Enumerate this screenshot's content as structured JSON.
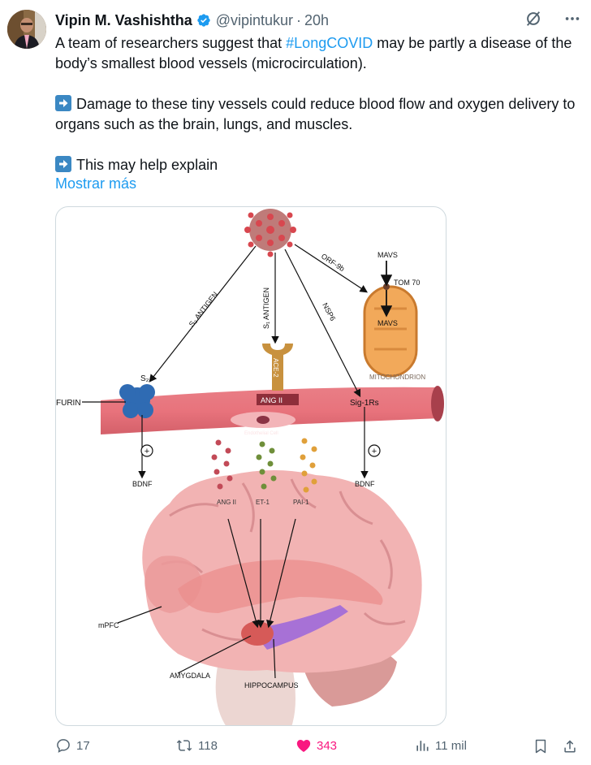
{
  "tweet": {
    "author_name": "Vipin M. Vashishtha",
    "handle": "@vipintukur",
    "separator": "·",
    "time": "20h",
    "text": {
      "p1_before": "A team of researchers suggest that ",
      "p1_hashtag": "#LongCOVID",
      "p1_after": " may be partly a disease of the body’s smallest blood vessels (microcirculation).",
      "p2": "Damage to these tiny vessels could reduce blood flow and oxygen delivery to organs such as the brain, lungs, and muscles.",
      "p3": "This may help explain"
    },
    "show_more": "Mostrar más"
  },
  "icons": {
    "verified": "verified-badge-icon",
    "grok": "grok-icon",
    "more": "more-icon",
    "arrow_emoji": "right-arrow-emoji-icon",
    "reply": "reply-icon",
    "retweet": "retweet-icon",
    "like": "heart-icon",
    "views": "views-icon",
    "bookmark": "bookmark-icon",
    "share": "share-icon"
  },
  "colors": {
    "accent": "#1d9bf0",
    "like": "#f91880",
    "muted": "#536471"
  },
  "diagram": {
    "labels": {
      "s2_antigen": "S₂ ANTIGEN",
      "s1_antigen": "S₁ ANTIGEN",
      "nsp6": "NSP6",
      "orf9b": "ORF-9b",
      "mavs_top": "MAVS",
      "tom70": "TOM 70",
      "mavs_inner": "MAVS",
      "mitochondrion": "MITOCHONDRION",
      "s2": "S₂",
      "furin": "FURIN",
      "ace2": "ACE-2",
      "ang2_receptor": "ANG II",
      "endothelial": "Endothelial Cell",
      "sig1rs": "Sig-1Rs",
      "plus": "+",
      "bdnf_left": "BDNF",
      "bdnf_right": "BDNF",
      "ang2_brain": "ANG II",
      "et1": "ET-1",
      "pai1": "PAI-1",
      "mpfc": "mPFC",
      "amygdala": "AMYGDALA",
      "hippocampus": "HIPPOCAMPUS"
    }
  },
  "stats": {
    "replies": "17",
    "retweets": "118",
    "likes": "343",
    "views": "11 mil"
  }
}
